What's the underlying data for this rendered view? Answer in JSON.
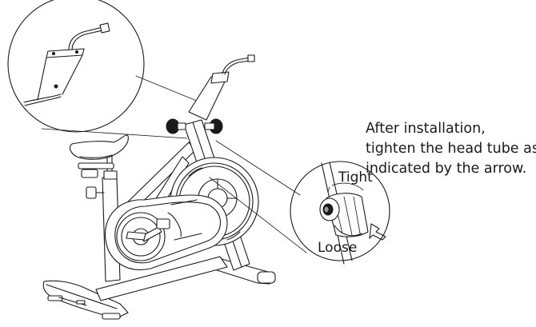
{
  "instruction": {
    "line1": "After installation,",
    "line2": "tighten the head tube as",
    "line3": "indicated by the arrow."
  },
  "callout_labels": {
    "tight": "Tight",
    "loose": "Loose"
  }
}
